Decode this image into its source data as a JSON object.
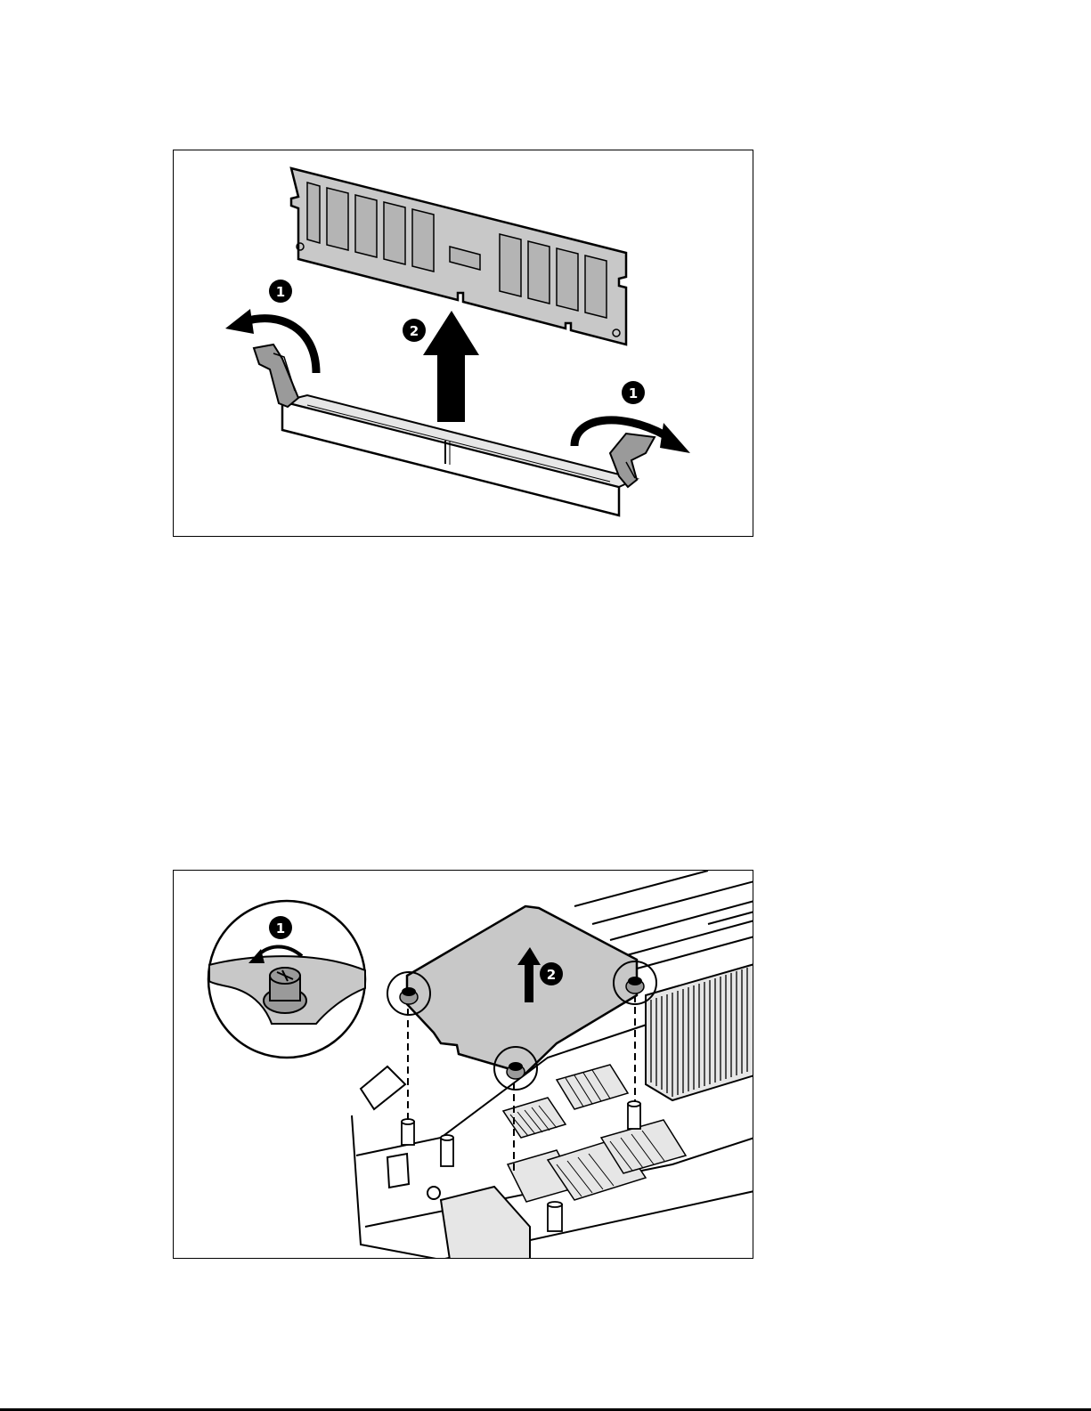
{
  "figure_1": {
    "callouts": {
      "step_left": "1",
      "step_center": "2",
      "step_right": "1"
    }
  },
  "figure_2": {
    "callouts": {
      "step_detail": "1",
      "step_lift": "2"
    }
  },
  "colors": {
    "line": "#000000",
    "part_fill": "#c8c8c8",
    "part_dark": "#9a9a9a",
    "background": "#ffffff"
  }
}
